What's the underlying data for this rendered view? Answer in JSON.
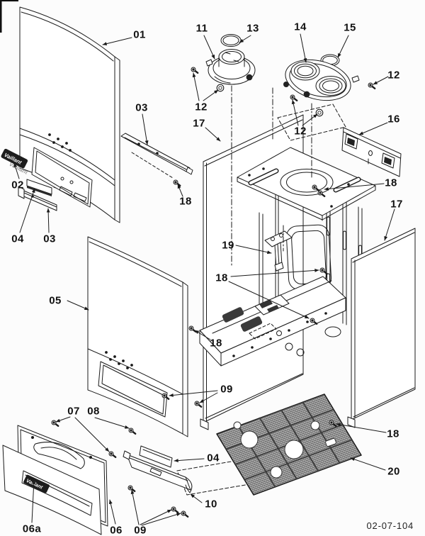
{
  "doc_number": "02-07-104",
  "brand_logo": "Vaillant",
  "colors": {
    "line": "#1a1a1a",
    "background": "#fcfcfc",
    "badge": "#1d1d1d"
  },
  "callouts": {
    "c01": "01",
    "c02": "02",
    "c03a": "03",
    "c03b": "03",
    "c04a": "04",
    "c04b": "04",
    "c05": "05",
    "c06": "06",
    "c06a": "06a",
    "c07": "07",
    "c08": "08",
    "c09a": "09",
    "c09b": "09",
    "c10": "10",
    "c11": "11",
    "c12a": "12",
    "c12b": "12",
    "c12c": "12",
    "c13": "13",
    "c14": "14",
    "c15": "15",
    "c16": "16",
    "c17a": "17",
    "c17b": "17",
    "c18a": "18",
    "c18b": "18",
    "c18c": "18",
    "c18d": "18",
    "c18e": "18",
    "c19": "19",
    "c20": "20"
  }
}
